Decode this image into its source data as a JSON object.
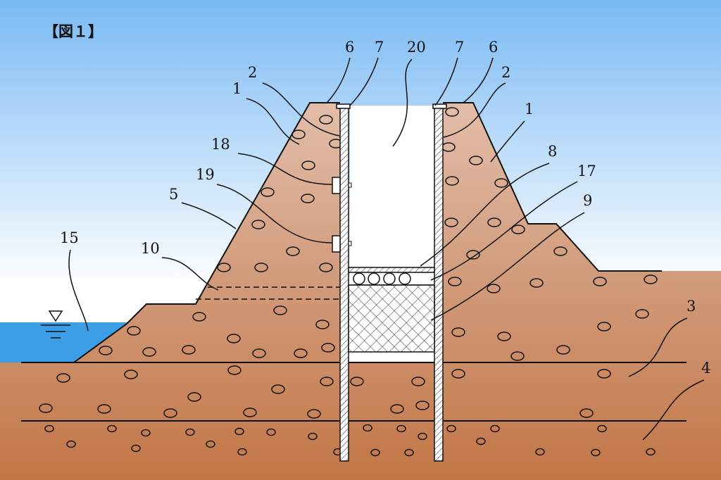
{
  "title": "【図１】",
  "labels": {
    "l6a": "6",
    "l7a": "7",
    "l20": "20",
    "l7b": "7",
    "l6b": "6",
    "l2a": "2",
    "l2b": "2",
    "l1a": "1",
    "l1b": "1",
    "l18": "18",
    "l8": "8",
    "l19": "19",
    "l17": "17",
    "l5": "5",
    "l9": "9",
    "l15": "15",
    "l10": "10",
    "l3": "3",
    "l4": "4"
  },
  "colors": {
    "sky_top": "#79b9f4",
    "water": "#3c9fe6",
    "soil": "#d4a184",
    "soil_deep": "#c27646"
  }
}
